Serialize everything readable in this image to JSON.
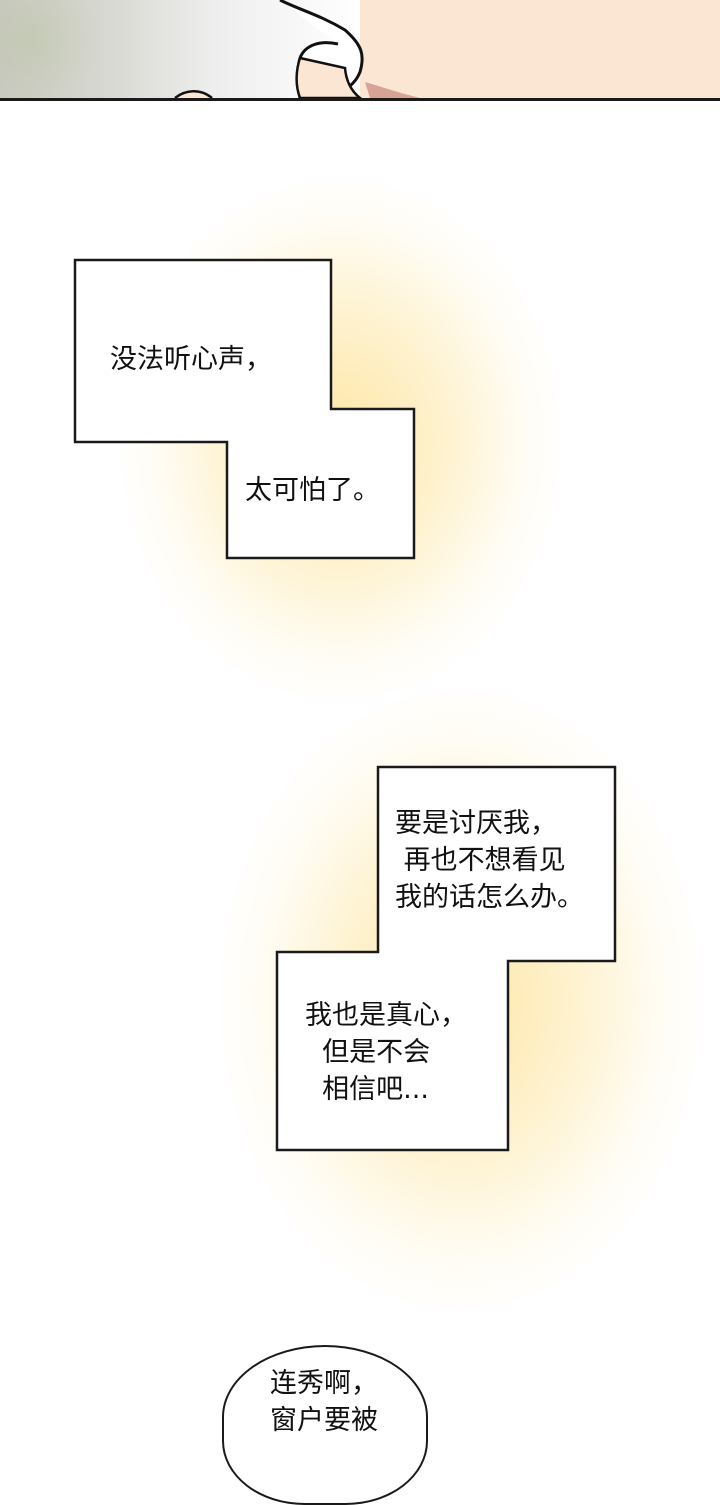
{
  "panels": {
    "top_panel": {
      "description": "skin-tone panel with white textured garment edge",
      "skin_color": "#fbe6d4",
      "border_color": "#1a1a1a"
    },
    "caption_group_1": {
      "lines_a": "没法听心声，",
      "lines_b": "太可怕了。",
      "glow_color": "#fde296"
    },
    "caption_group_2": {
      "lines_a": "要是讨厌我，\n 再也不想看见\n我的话怎么办。",
      "lines_b": "我也是真心，\n  但是不会\n  相信吧...",
      "glow_color": "#fde296"
    },
    "speech_bubble": {
      "text": "连秀啊，\n窗户要被"
    }
  }
}
